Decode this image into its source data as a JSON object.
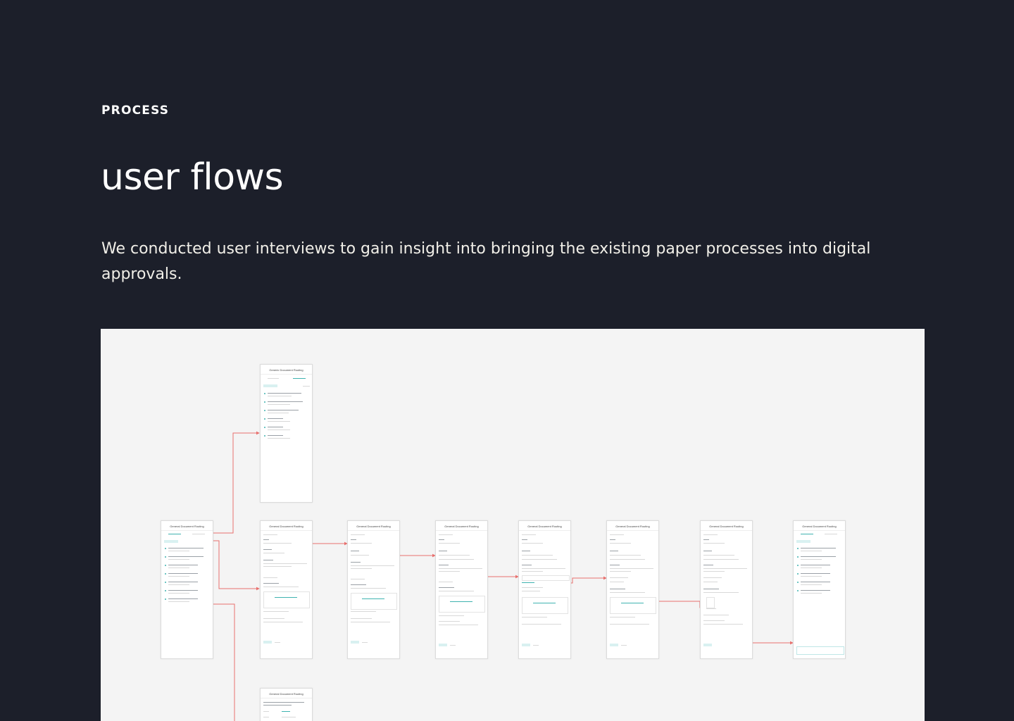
{
  "section": {
    "eyebrow": "PROCESS",
    "title": "user flows",
    "description": "We conducted user interviews to gain insight into bringing the existing paper processes into digital approvals."
  },
  "colors": {
    "background": "#1c1f2a",
    "canvas": "#f4f4f4",
    "connector": "#e8706e",
    "accent": "#3fb3b0"
  },
  "flow": {
    "screens": [
      {
        "id": "list-top",
        "title": "Generic Document Routing",
        "kind": "list"
      },
      {
        "id": "list-main",
        "title": "General Document Routing",
        "kind": "list"
      },
      {
        "id": "form-1",
        "title": "General Document Routing",
        "kind": "form"
      },
      {
        "id": "form-2",
        "title": "General Document Routing",
        "kind": "form"
      },
      {
        "id": "form-3",
        "title": "General Document Routing",
        "kind": "form"
      },
      {
        "id": "form-4",
        "title": "General Document Routing",
        "kind": "form"
      },
      {
        "id": "form-5",
        "title": "General Document Routing",
        "kind": "form"
      },
      {
        "id": "form-6",
        "title": "General Document Routing",
        "kind": "form"
      },
      {
        "id": "list-end",
        "title": "General Document Routing",
        "kind": "list"
      },
      {
        "id": "detail-bottom",
        "title": "General Document Routing",
        "kind": "detail"
      }
    ]
  }
}
